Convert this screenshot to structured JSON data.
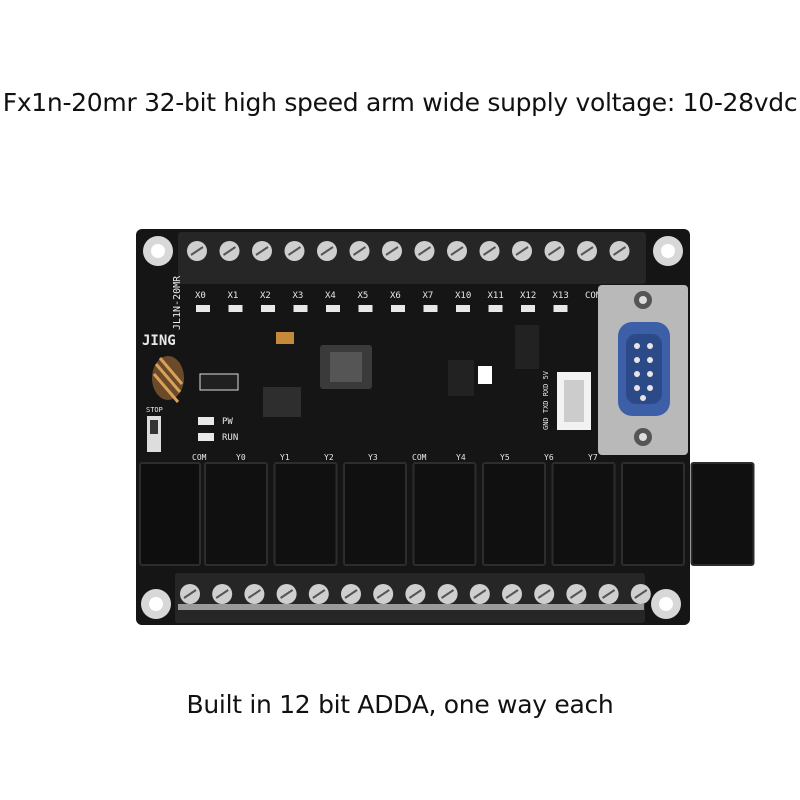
{
  "captions": {
    "top": "Fx1n-20mr 32-bit high speed arm wide supply voltage: 10-28vdc",
    "bottom": "Built in 12 bit ADDA, one way each"
  },
  "board": {
    "model_label": "JL1N-20MR",
    "brand_label": "JING",
    "input_labels": [
      "X0",
      "X1",
      "X2",
      "X3",
      "X4",
      "X5",
      "X6",
      "X7",
      "X10",
      "X11",
      "X12",
      "X13",
      "COM"
    ],
    "output_labels": [
      "COM",
      "Y0",
      "Y1",
      "Y2",
      "Y3",
      "COM",
      "Y4",
      "Y5",
      "Y6",
      "Y7"
    ],
    "led_labels": [
      "PW",
      "RUN"
    ],
    "switch_label": "STOP",
    "connector_label": "GND TXD RXD 5V",
    "relay_count": 8,
    "terminal_top_count": 14,
    "terminal_bottom_count": 15
  },
  "colors": {
    "pcb": "#151515",
    "terminal_block": "#2a2a2a",
    "screw": "#cfcfcf",
    "relay": "#101010",
    "db9_plate": "#b9b9b9",
    "db9_insert": "#3c5fa8"
  }
}
